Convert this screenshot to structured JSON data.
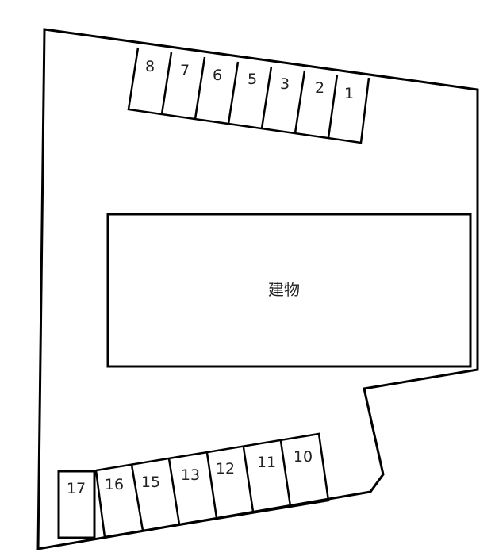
{
  "building": {
    "label": "建物"
  },
  "top_row": {
    "slots": [
      {
        "number": "8"
      },
      {
        "number": "7"
      },
      {
        "number": "6"
      },
      {
        "number": "5"
      },
      {
        "number": "3"
      },
      {
        "number": "2"
      },
      {
        "number": "1"
      }
    ]
  },
  "bottom_row": {
    "slots": [
      {
        "number": "16"
      },
      {
        "number": "15"
      },
      {
        "number": "13"
      },
      {
        "number": "12"
      },
      {
        "number": "11"
      },
      {
        "number": "10"
      }
    ]
  },
  "standalone_slot": {
    "number": "17"
  },
  "colors": {
    "stroke": "#000000",
    "background": "#ffffff"
  }
}
